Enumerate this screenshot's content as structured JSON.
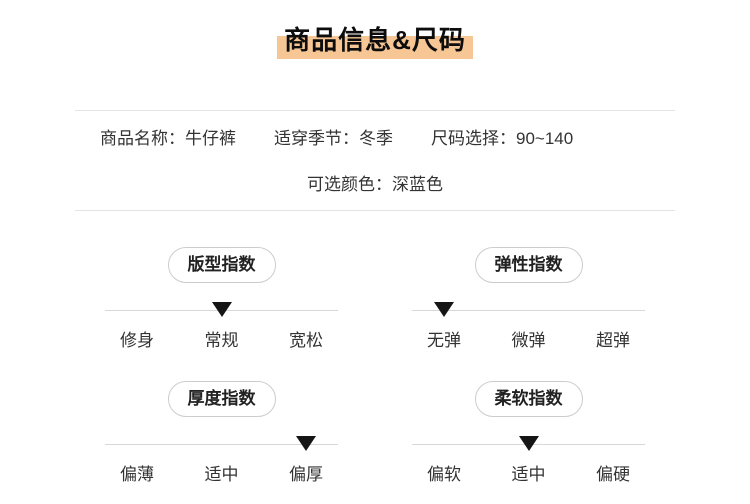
{
  "header": {
    "title": "商品信息&尺码",
    "highlight_color": "#f6c795"
  },
  "info": {
    "fields": [
      {
        "label": "商品名称：",
        "value": "牛仔裤"
      },
      {
        "label": "适穿季节：",
        "value": "冬季"
      },
      {
        "label": "尺码选择：",
        "value": "90~140"
      }
    ],
    "color_field": {
      "label": "可选颜色：",
      "value": "深蓝色"
    }
  },
  "indices": [
    {
      "title": "版型指数",
      "options": [
        "修身",
        "常规",
        "宽松"
      ],
      "active": 1
    },
    {
      "title": "弹性指数",
      "options": [
        "无弹",
        "微弹",
        "超弹"
      ],
      "active": 0
    },
    {
      "title": "厚度指数",
      "options": [
        "偏薄",
        "适中",
        "偏厚"
      ],
      "active": 2
    },
    {
      "title": "柔软指数",
      "options": [
        "偏软",
        "适中",
        "偏硬"
      ],
      "active": 1
    }
  ],
  "colors": {
    "title_text": "#0d0d0d",
    "body_text": "#333333",
    "divider": "#e3e3e3",
    "scale_track": "#d8d8d8",
    "marker": "#151515",
    "pill_border": "#cccccc"
  }
}
